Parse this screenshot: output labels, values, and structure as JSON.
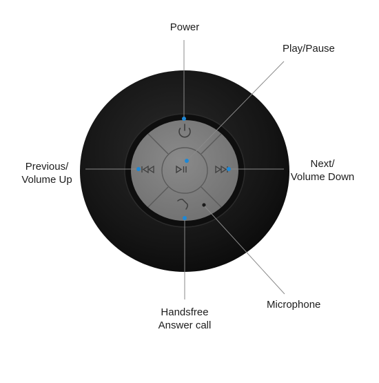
{
  "labels": {
    "power": "Power",
    "play_pause": "Play/Pause",
    "previous_line1": "Previous/",
    "previous_line2": "Volume Up",
    "next_line1": "Next/",
    "next_line2": "Volume Down",
    "handsfree_line1": "Handsfree",
    "handsfree_line2": "Answer call",
    "microphone": "Microphone"
  },
  "colors": {
    "speaker_body": "#151515",
    "button_panel": "#7b7b7b",
    "indicator_dot": "#1e88d6",
    "leader_line": "#8a8a8a"
  },
  "icons": [
    "power-icon",
    "play-pause-icon",
    "previous-icon",
    "next-icon",
    "phone-icon",
    "microphone-hole"
  ]
}
